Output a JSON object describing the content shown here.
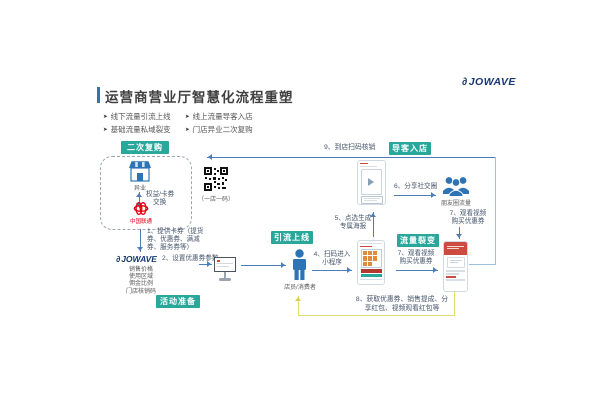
{
  "logo": {
    "glyph": "∂",
    "text": "JOWAVE"
  },
  "header": {
    "title": "运营商营业厅智慧化流程重塑",
    "bullets": [
      "线下流量引流上线",
      "基础流量私域裂变",
      "线上流量导客入店",
      "门店异业二次复购"
    ]
  },
  "colors": {
    "accent_blue": "#2e75b6",
    "stage_teal": "#2aa79b",
    "arrow_blue": "#4a7ebb",
    "logo_navy": "#17376e",
    "unicom_red": "#e60012",
    "reward_yellow": "#e3da6e",
    "phone_header_red": "#cc4a3f"
  },
  "stages": {
    "repurchase": "二次复购",
    "prepare": "活动准备",
    "online": "引流上线",
    "fission": "流量裂变",
    "instore": "导客入店"
  },
  "partner": {
    "store_label": "异业",
    "exchange_line1": "权益/卡券",
    "exchange_line2": "交换",
    "unicom_label": "中国联通"
  },
  "platform": {
    "params": [
      "销售价格",
      "使用区域",
      "佣金比例",
      "门店核销码"
    ]
  },
  "qr": {
    "caption": "（一店一码）"
  },
  "actors": {
    "consumer": "店员/消费者",
    "friends": "朋友圈流量"
  },
  "steps": {
    "s1_l1": "1、提供卡券（提货",
    "s1_l2": "券、优惠券、满减",
    "s1_l3": "券、服务券等）",
    "s2": "2、设置优惠券参数",
    "s4_l1": "4、扫码进入",
    "s4_l2": "小程序",
    "s5_l1": "5、点选生成",
    "s5_l2": "专属海报",
    "s6": "6、分享社交圈",
    "s7_l1": "7、观看视频",
    "s7_l2": "购买优惠券",
    "s8_l1": "8、获取优惠券、销售提成、分",
    "s8_l2": "享红包、视频观看红包等",
    "s9": "9、到店扫码核销"
  }
}
